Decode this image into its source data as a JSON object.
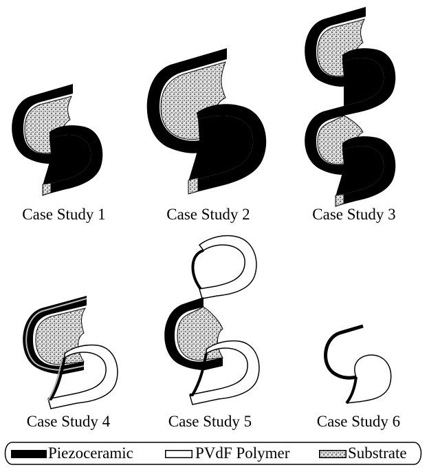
{
  "figure": {
    "cases": [
      {
        "label": "Case Study 1",
        "material_top": "Substrate",
        "material_bottom": "Piezoceramic"
      },
      {
        "label": "Case Study 2",
        "material_top": "Substrate",
        "material_bottom": "Piezoceramic"
      },
      {
        "label": "Case Study 3",
        "material_top": "Substrate",
        "material_bottom": "Piezoceramic"
      },
      {
        "label": "Case Study 4",
        "material_top": "Substrate",
        "material_bottom": "PVdF Polymer"
      },
      {
        "label": "Case Study 5",
        "material_top": "Substrate",
        "material_bottom": "PVdF Polymer"
      },
      {
        "label": "Case Study 6",
        "material_top": "Piezoceramic",
        "material_bottom": "PVdF Polymer"
      }
    ],
    "legend": {
      "piezoceramic": "Piezoceramic",
      "pvdf": "PVdF Polymer",
      "substrate": "Substrate"
    },
    "colors": {
      "piezoceramic": "#000000",
      "pvdf": "#ffffff",
      "substrate": "#d8d8d8",
      "outline": "#000000"
    }
  }
}
